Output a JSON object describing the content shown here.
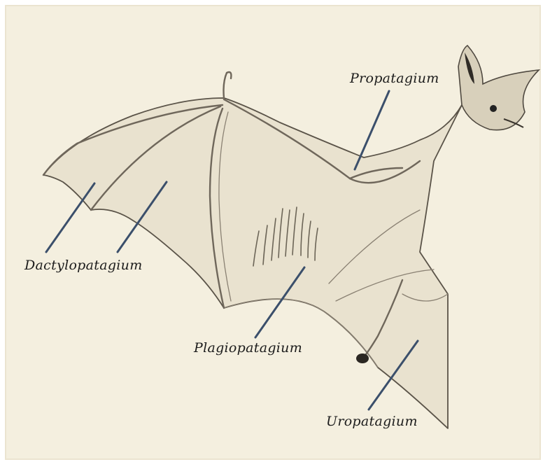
{
  "diagram": {
    "labels": {
      "propatagium": "Propatagium",
      "dactylopatagium": "Dactylopatagium",
      "plagiopatagium": "Plagiopatagium",
      "uropatagium": "Uropatagium"
    },
    "colors": {
      "paper": "#f4efdf",
      "leader_line": "#3b4f6b",
      "membrane": "#e9e2cf",
      "sketch": "#5a5348"
    }
  }
}
